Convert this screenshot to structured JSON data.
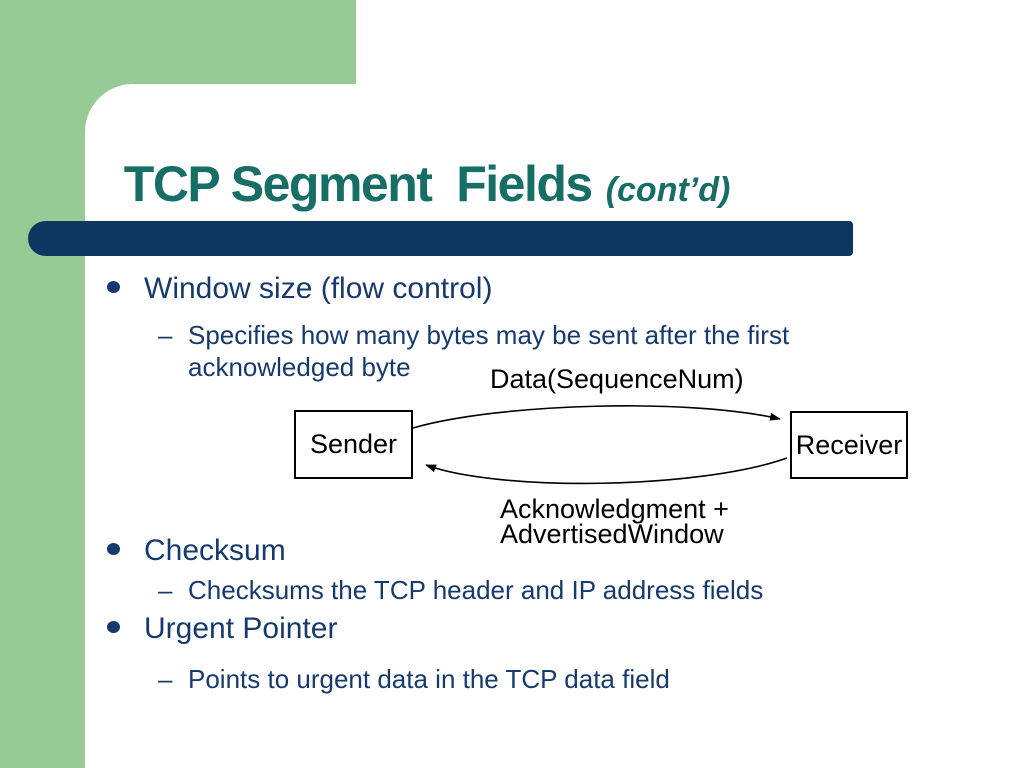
{
  "title": {
    "main": "TCP Segment  Fields",
    "suffix": "(cont’d)"
  },
  "bullets": [
    {
      "level": 1,
      "lines": [
        "Window size (flow control)"
      ]
    },
    {
      "level": 2,
      "lines": [
        "Specifies how many bytes may be sent after the first",
        "acknowledged byte"
      ]
    },
    {
      "level": 1,
      "lines": [
        "Checksum"
      ]
    },
    {
      "level": 2,
      "lines": [
        "Checksums the TCP header and IP address fields"
      ]
    },
    {
      "level": 1,
      "lines": [
        "Urgent Pointer"
      ]
    },
    {
      "level": 2,
      "lines": [
        "Points to urgent data in the TCP data field"
      ]
    }
  ],
  "markers": {
    "sub_bullet_dash": "–"
  },
  "diagram": {
    "top_label": "Data(SequenceNum)",
    "sender_label": "Sender",
    "receiver_label": "Receiver",
    "bottom_label_lines": [
      "Acknowledgment +",
      "AdvertisedWindow"
    ]
  },
  "colors": {
    "accent_green": "#96CB96",
    "bar_navy": "#0D3761",
    "title_teal": "#176E66",
    "text_navy": "#163A6E",
    "diagram_black": "#000000"
  }
}
